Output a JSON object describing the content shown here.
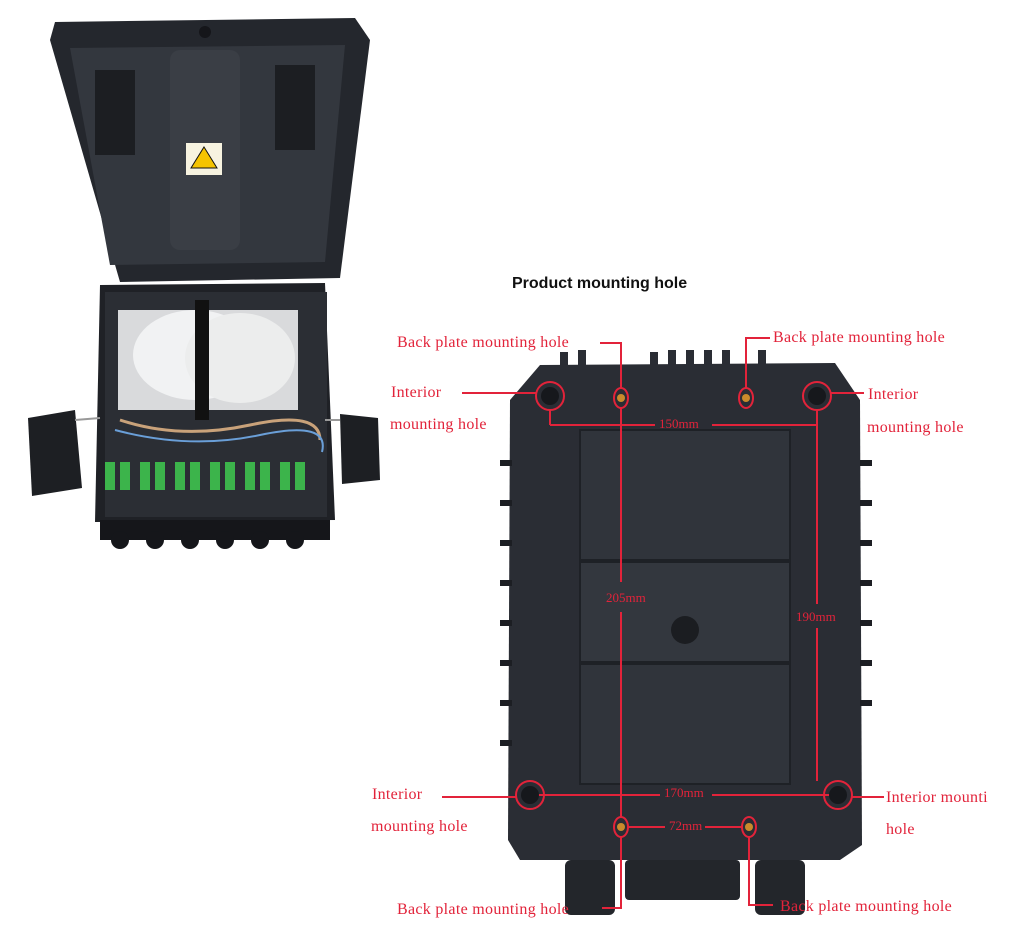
{
  "title": "Product mounting hole",
  "labels": {
    "bp_top_left": "Back plate mounting hole",
    "bp_top_right": "Back plate mounting hole",
    "int_tl_1": "Interior",
    "int_tl_2": "mounting hole",
    "int_tr_1": "Interior",
    "int_tr_2": "mounting hole",
    "int_bl_1": "Interior",
    "int_bl_2": "mounting hole",
    "int_br_1": "Interior mounti",
    "int_br_2": "hole",
    "bp_bot_left": "Back plate mounting hole",
    "bp_bot_right": "Back plate mounting hole"
  },
  "dimensions": {
    "top_width": "150mm",
    "vertical_center": "205mm",
    "vertical_right": "190mm",
    "bottom_width": "170mm",
    "back_plate_gap": "72mm"
  },
  "colors": {
    "annotation": "#e2233a",
    "enclosure": "#2a2d34",
    "adapter": "#3cb44b"
  }
}
